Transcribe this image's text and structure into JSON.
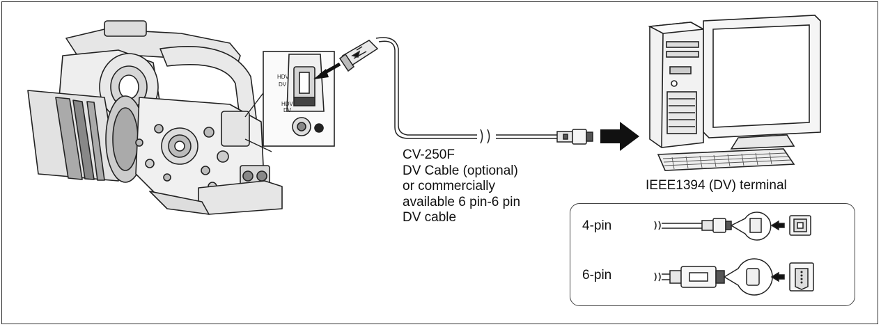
{
  "cable": {
    "lines": [
      "CV-250F",
      "DV Cable (optional)",
      "or commercially",
      "available 6 pin-6 pin",
      "DV cable"
    ]
  },
  "terminal_label": "IEEE1394 (DV) terminal",
  "camera_jack_labels": [
    "HDV",
    "DV",
    "HDV",
    "DV"
  ],
  "pins": [
    {
      "label": "4-pin"
    },
    {
      "label": "6-pin"
    }
  ],
  "colors": {
    "line": "#222222",
    "fill_light": "#f2f2f2",
    "fill_mid": "#cfcfcf",
    "fill_dark": "#555555"
  }
}
